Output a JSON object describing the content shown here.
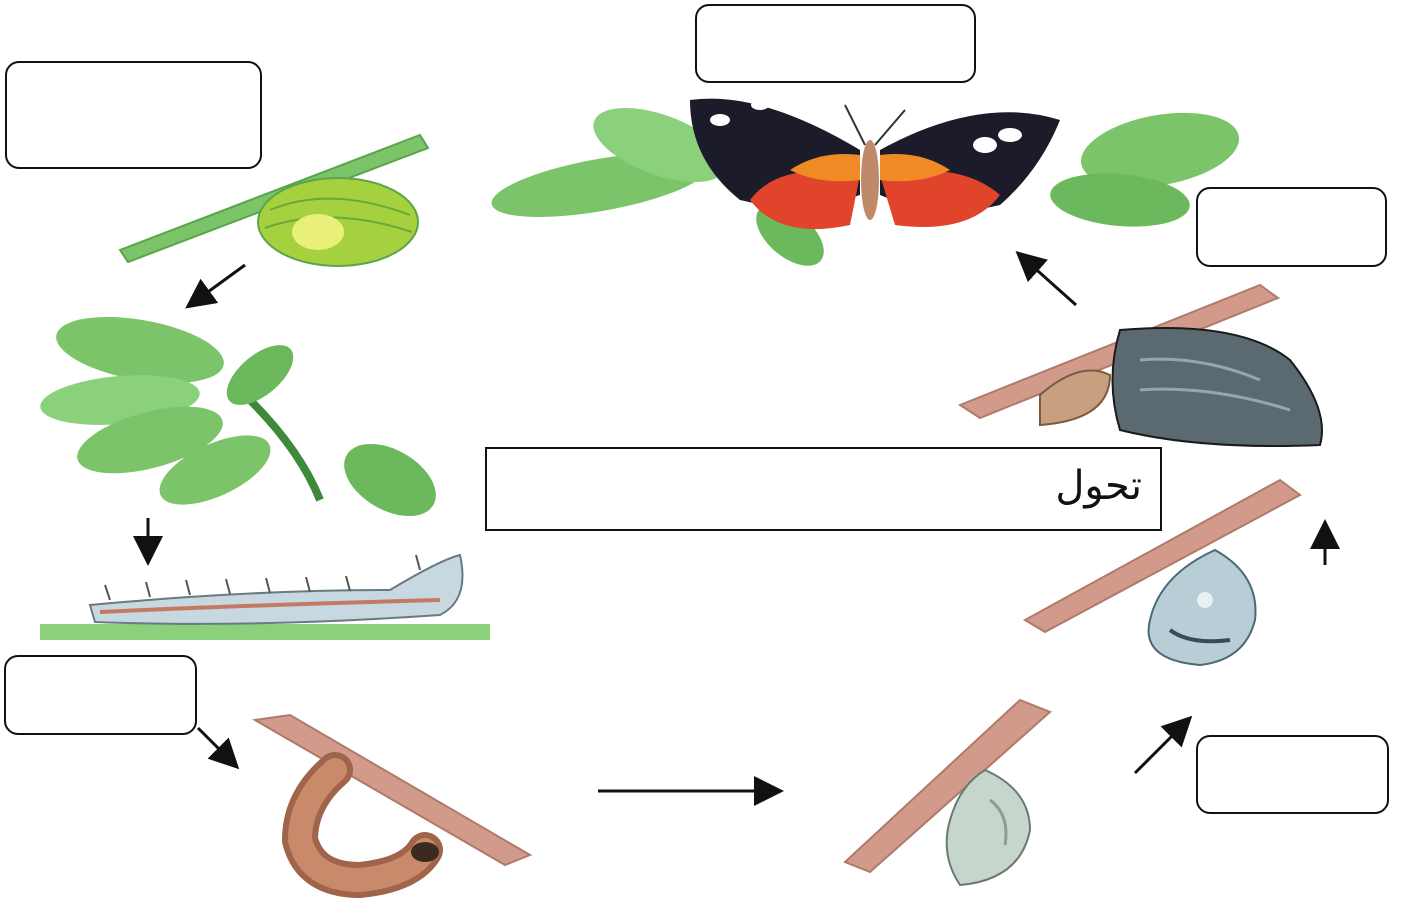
{
  "diagram": {
    "title": "تحول",
    "stages": [
      {
        "name": "egg",
        "label": ""
      },
      {
        "name": "host-plant",
        "label": ""
      },
      {
        "name": "caterpillar",
        "label": ""
      },
      {
        "name": "prepupa",
        "label": ""
      },
      {
        "name": "chrysalis-forming",
        "label": ""
      },
      {
        "name": "chrysalis",
        "label": ""
      },
      {
        "name": "emerging-adult",
        "label": ""
      },
      {
        "name": "adult-butterfly",
        "label": ""
      }
    ],
    "answer_boxes": [
      "",
      "",
      "",
      "",
      ""
    ]
  },
  "colors": {
    "leaf": "#7cc46a",
    "leaf_dark": "#3e8a3a",
    "stem": "#d19a8a",
    "wing_black": "#1b1b2a",
    "wing_orange": "#f08a24",
    "wing_red": "#e0442a",
    "egg": "#a6d13f",
    "pupa": "#b8cdd6"
  }
}
